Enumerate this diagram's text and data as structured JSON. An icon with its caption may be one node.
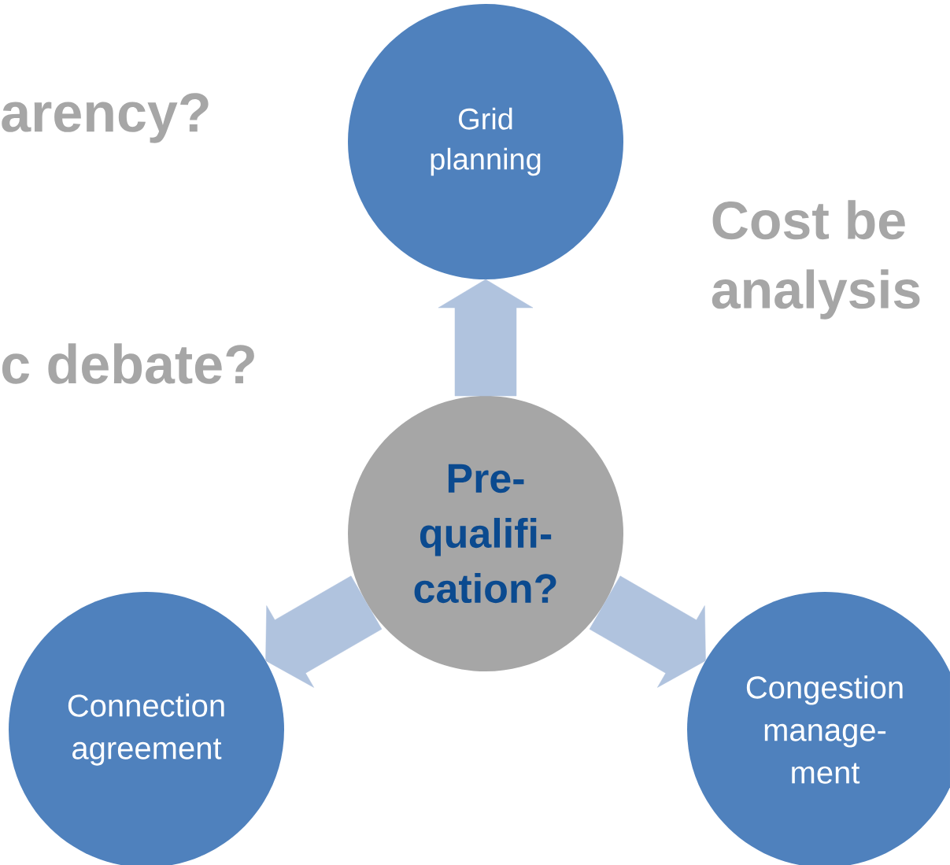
{
  "diagram": {
    "nodes": [
      {
        "text": [
          "Grid planning"
        ]
      },
      {
        "text": [
          "Pre- qualifi- cation?"
        ]
      },
      {
        "text": [
          "Connection agreement"
        ]
      },
      {
        "text": [
          "Congestion manage- ment"
        ]
      }
    ],
    "edges": [
      {
        "from": 1,
        "to": 0,
        "arrow": "to"
      },
      {
        "from": 1,
        "to": 2,
        "arrow": "to"
      },
      {
        "from": 1,
        "to": 3,
        "arrow": "to"
      }
    ],
    "labels": [
      "arency?",
      "Cost be analysis",
      "c debate?"
    ]
  }
}
